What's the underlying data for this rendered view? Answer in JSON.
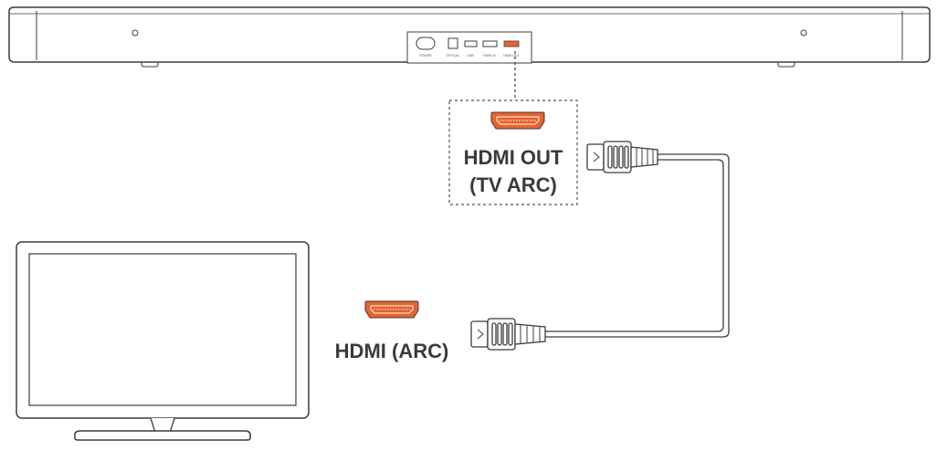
{
  "soundbar": {
    "port_labels": [
      "POWER",
      "OPTICAL",
      "USB",
      "HDMI IN",
      "HDMI OUT"
    ]
  },
  "callout": {
    "line1": "HDMI OUT",
    "line2": "(TV ARC)"
  },
  "tv": {
    "port_label": "HDMI (ARC)"
  },
  "colors": {
    "port_fill": "#e8622c",
    "line": "#3c3c3c",
    "label_text": "#3a3a3a"
  },
  "icons": [
    "hdmi-port-icon",
    "hdmi-plug-icon",
    "tv-icon",
    "soundbar-icon"
  ]
}
